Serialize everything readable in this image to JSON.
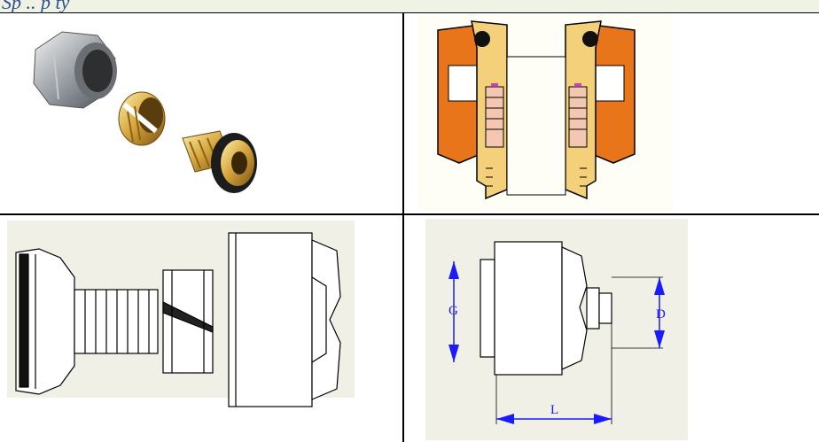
{
  "heading": {
    "text": "Sp        ..    p    ty"
  },
  "drawing": {
    "dimension_labels": {
      "g": "G",
      "d": "D",
      "l": "L"
    },
    "colors": {
      "nut": "#e8751a",
      "brass": "#f5d07a",
      "ferrule": "#f4c7b0",
      "dimension": "#1a1aff",
      "panel_bg": "#f1f0e6"
    }
  }
}
